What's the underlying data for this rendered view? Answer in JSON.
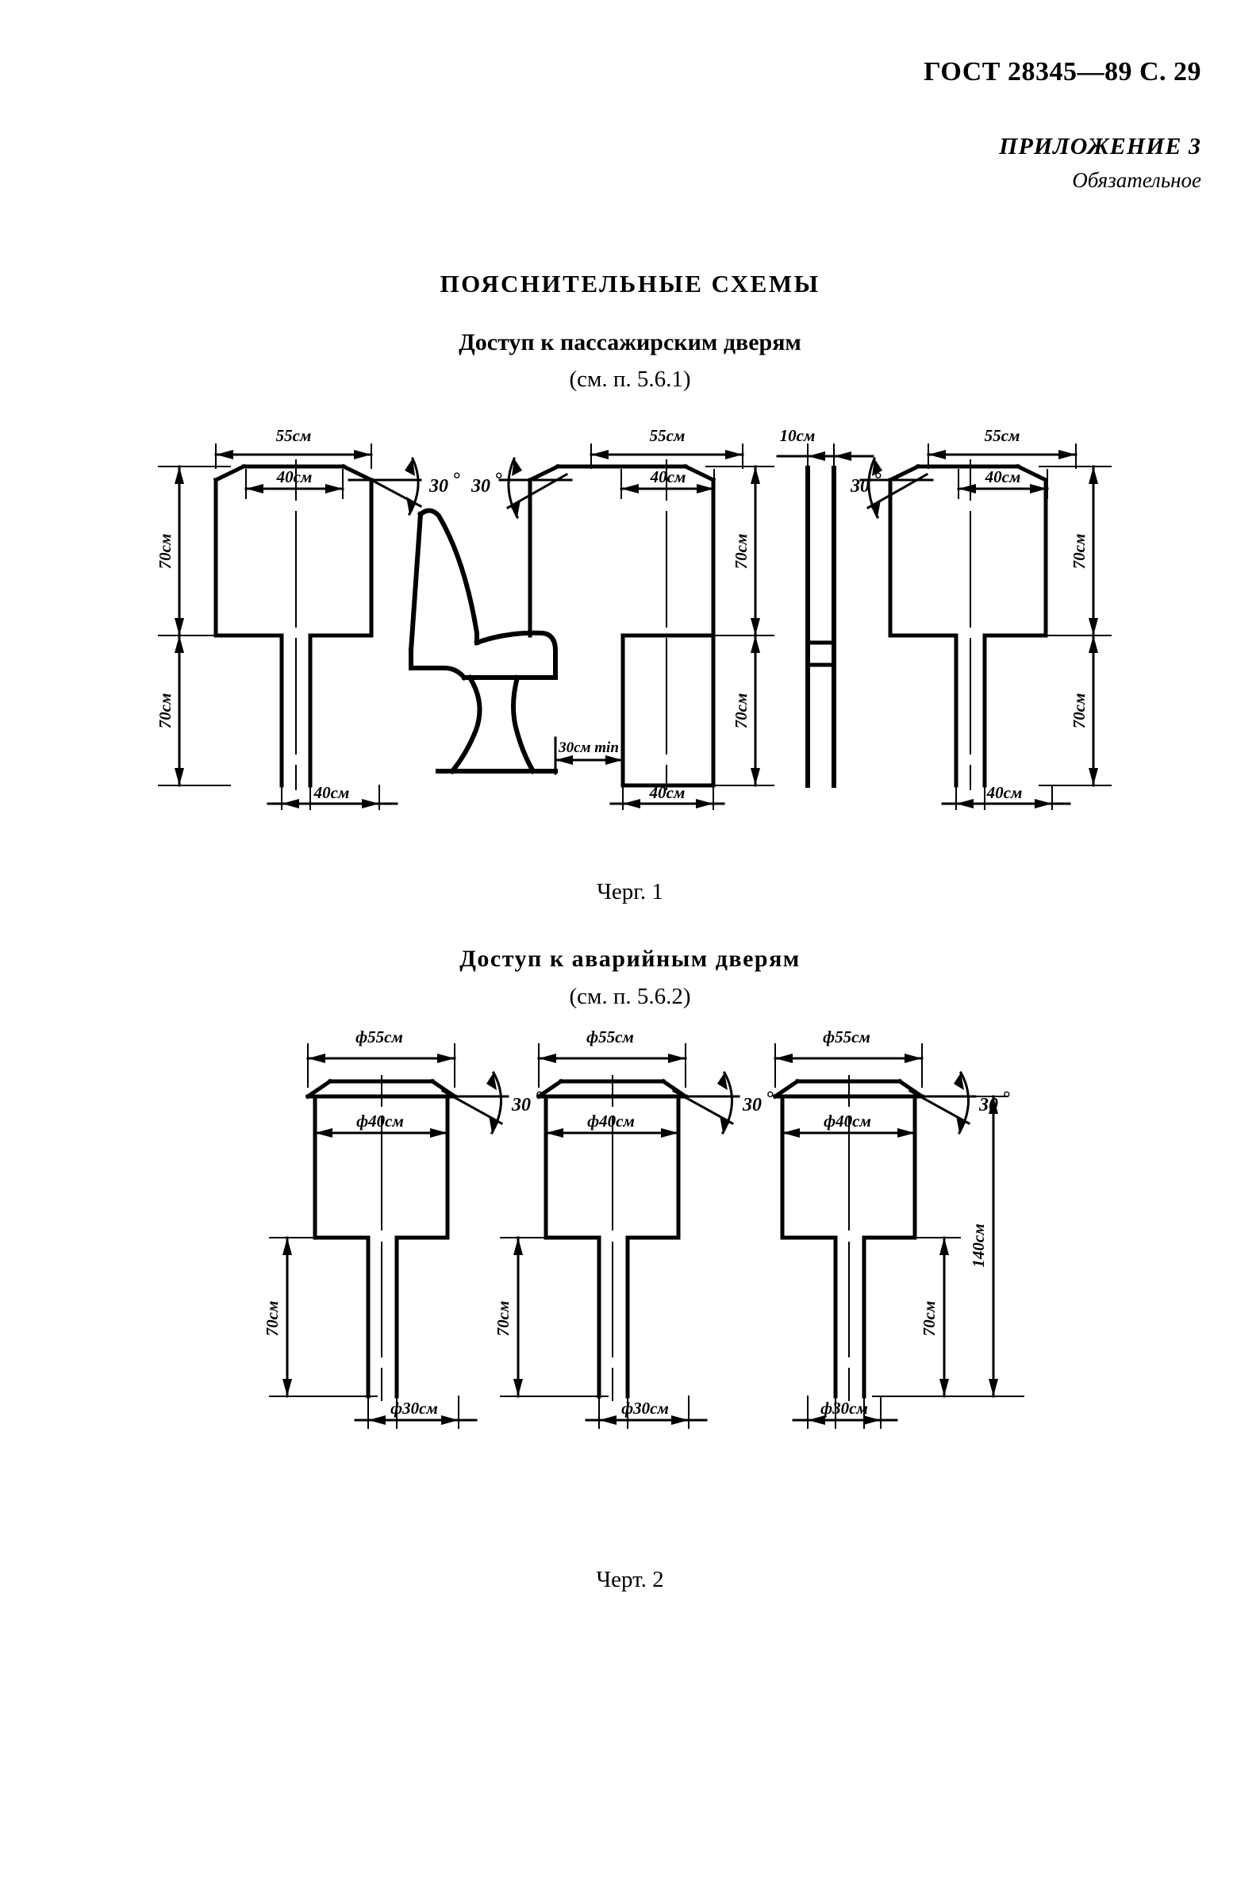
{
  "header": {
    "standard_ref": "ГОСТ 28345—89 С. 29"
  },
  "annex": {
    "title": "ПРИЛОЖЕНИЕ 3",
    "subtitle": "Обязательное"
  },
  "document": {
    "title": "ПОЯСНИТЕЛЬНЫЕ  СХЕМЫ"
  },
  "figure1": {
    "heading": "Доступ к пассажирским дверям",
    "subheading": "(см. п. 5.6.1)",
    "caption": "Черг. 1",
    "labels": {
      "w55": "55см",
      "w40": "40см",
      "h70_upper": "70см",
      "h70_lower": "70см",
      "bottom40": "40см",
      "angle30": "30",
      "degree": "°",
      "seat_clear": "30см min",
      "pole10": "10см"
    }
  },
  "figure2": {
    "heading": "Доступ  к  аварийным  дверям",
    "subheading": "(см. п. 5.6.2)",
    "caption": "Черт. 2",
    "labels": {
      "d55": "ф55см",
      "d40": "ф40см",
      "d30": "ф30см",
      "h70": "70см",
      "h140": "140см",
      "angle30": "30",
      "degree": "°"
    }
  },
  "chart_data": {
    "type": "table",
    "title": "Пояснительные схемы — габариты доступа к дверям",
    "charts": [
      {
        "name": "Черг. 1 — Доступ к пассажирским дверям (см. п. 5.6.1)",
        "variants": [
          {
            "id": "variant-1",
            "top_width_cm": 55,
            "inner_width_cm": 40,
            "upper_height_cm": 70,
            "lower_height_cm": 70,
            "bottom_width_cm": 40,
            "chamfer_angle_deg": 30
          },
          {
            "id": "variant-2-with-seat",
            "top_width_cm": 55,
            "inner_width_cm": 40,
            "upper_height_cm": 70,
            "lower_height_cm": 70,
            "bottom_width_cm": 40,
            "chamfer_angle_deg": 30,
            "seat_clearance_cm": "30 min"
          },
          {
            "id": "variant-3-pole",
            "pole_width_cm": 10,
            "chamfer_angle_deg": 30
          },
          {
            "id": "variant-4",
            "top_width_cm": 55,
            "inner_width_cm": 40,
            "upper_height_cm": 70,
            "lower_height_cm": 70,
            "bottom_width_cm": 40,
            "chamfer_angle_deg": 30
          }
        ]
      },
      {
        "name": "Черт. 2 — Доступ к аварийным дверям (см. п. 5.6.2)",
        "variants": [
          {
            "id": "variant-1",
            "top_diameter_cm": 55,
            "inner_diameter_cm": 40,
            "bottom_diameter_cm": 30,
            "height_cm": 70,
            "chamfer_angle_deg": 30
          },
          {
            "id": "variant-2",
            "top_diameter_cm": 55,
            "inner_diameter_cm": 40,
            "bottom_diameter_cm": 30,
            "height_cm": 70,
            "chamfer_angle_deg": 30
          },
          {
            "id": "variant-3",
            "top_diameter_cm": 55,
            "inner_diameter_cm": 40,
            "bottom_diameter_cm": 30,
            "height_cm": 70,
            "total_height_cm": 140,
            "chamfer_angle_deg": 30
          }
        ]
      }
    ]
  }
}
